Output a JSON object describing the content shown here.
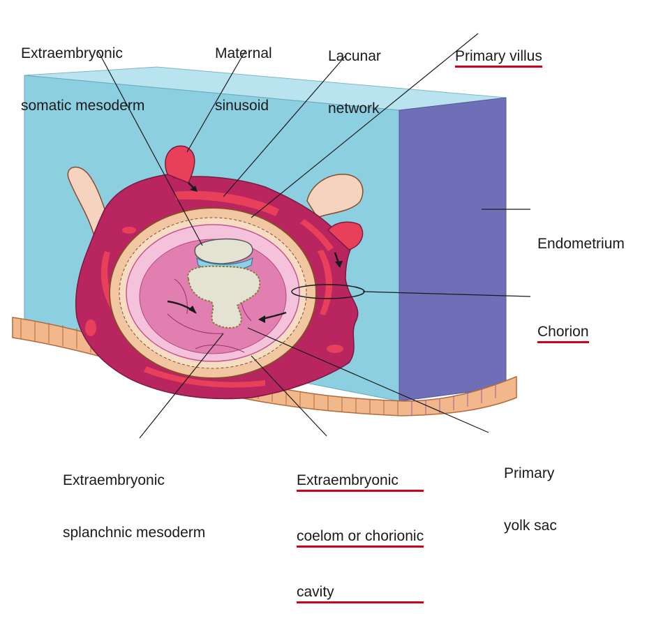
{
  "diagram": {
    "labels": {
      "extraembryonic_somatic_mesoderm": [
        "Extraembryonic",
        "somatic mesoderm"
      ],
      "maternal_sinusoid": [
        "Maternal",
        "sinusoid"
      ],
      "lacunar_network": [
        "Lacunar",
        "network"
      ],
      "primary_villus": [
        "Primary villus"
      ],
      "endometrium": [
        "Endometrium"
      ],
      "chorion": [
        "Chorion"
      ],
      "extraembryonic_splanchnic_mesoderm": [
        "Extraembryonic",
        "splanchnic mesoderm"
      ],
      "extraembryonic_coelom": [
        "Extraembryonic",
        "coelom or chorionic",
        "cavity"
      ],
      "primary_yolk_sac": [
        "Primary",
        "yolk sac"
      ]
    },
    "highlighted": [
      "primary_villus",
      "chorion",
      "extraembryonic_coelom"
    ],
    "colors": {
      "endometrium_front": "#8ccfe0",
      "endometrium_side": "#6f6fb8",
      "endometrium_top": "#b9e3ef",
      "trophoblast": "#b8255f",
      "lacunae": "#e8405a",
      "cytotrophoblast": "#f0c7a0",
      "coelom": "#e27fb1",
      "yolk_sac": "#e4e2d2",
      "amnion": "#8fd0e6",
      "epithelium": "#f2b88c",
      "label_underline": "#d0021b"
    }
  }
}
